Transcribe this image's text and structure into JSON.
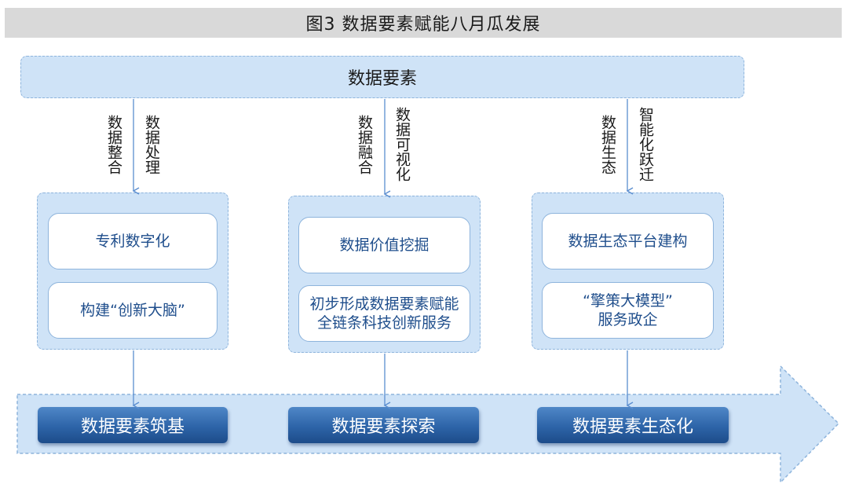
{
  "title": "图3  数据要素赋能八月瓜发展",
  "top": "数据要素",
  "columns": [
    {
      "left_label": "数据整合",
      "right_label": "数据处理",
      "boxes": [
        "专利数字化",
        "构建“创新大脑”"
      ],
      "stage": "数据要素筑基"
    },
    {
      "left_label": "数据融合",
      "right_label": "数据可视化",
      "boxes": [
        "数据价值挖掘",
        "初步形成数据要素赋能\n全链条科技创新服务"
      ],
      "stage": "数据要素探索"
    },
    {
      "left_label": "数据生态",
      "right_label": "智能化跃迁",
      "boxes": [
        "数据生态平台建构",
        "“擎策大模型”\n服务政企"
      ],
      "stage": "数据要素生态化"
    }
  ],
  "colors": {
    "light_blue_fill": "#cfe3f7",
    "dashed_border": "#8eb4dc",
    "box_text": "#1f4e8c",
    "pill_fill": "#2d64a8",
    "arrow": "#5b8ed0"
  }
}
